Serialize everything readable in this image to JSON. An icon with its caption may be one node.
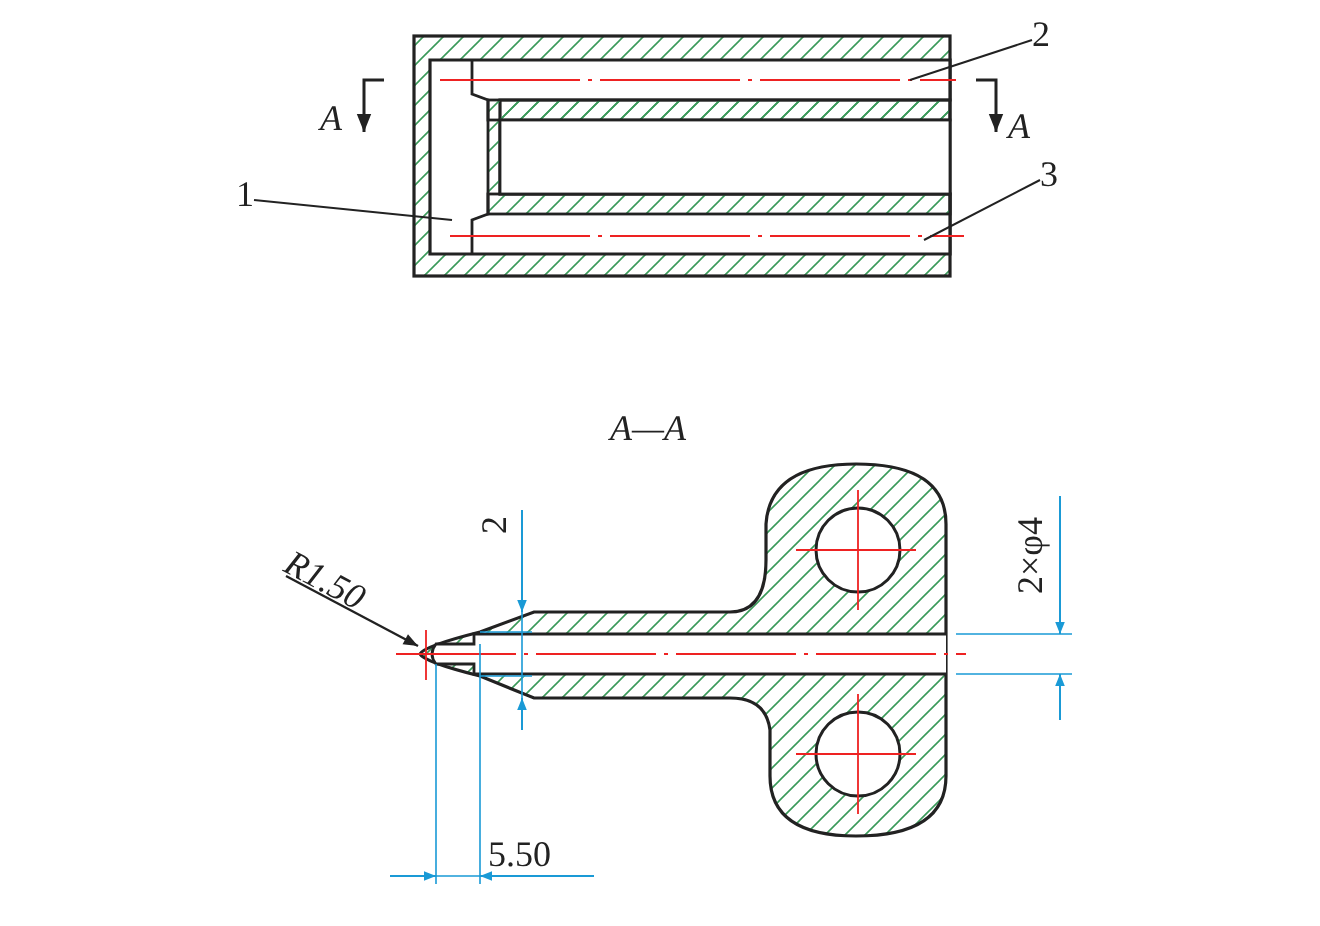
{
  "diagram": {
    "nodes": [
      {
        "text": [
          "2"
        ]
      },
      {
        "text": [
          "1"
        ]
      },
      {
        "text": [
          "3"
        ]
      }
    ],
    "edges": [
      {
        "from": 0,
        "to": null,
        "arrow": "none"
      },
      {
        "from": 1,
        "to": null,
        "arrow": "none"
      },
      {
        "from": 2,
        "to": null,
        "arrow": "none"
      }
    ],
    "labels": [
      "A",
      "A",
      "A—A",
      "R1.50",
      "2",
      "2×φ4",
      "5.50"
    ]
  }
}
